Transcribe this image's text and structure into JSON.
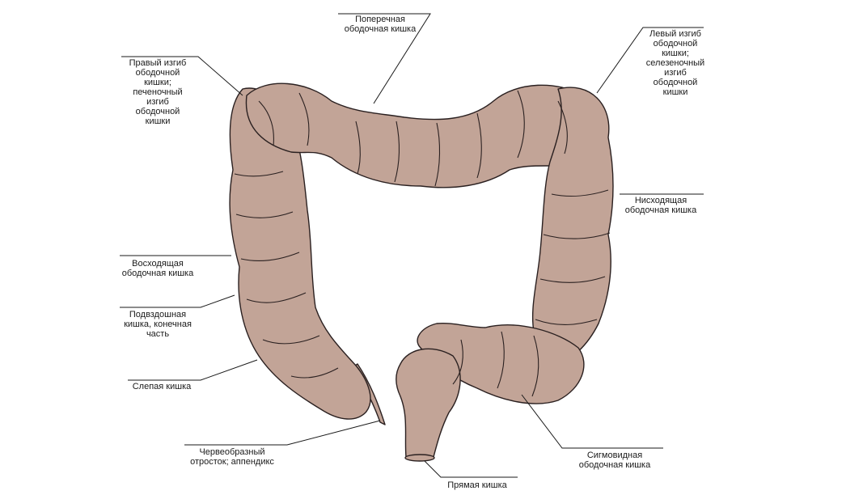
{
  "labels": {
    "transverse": "Поперечная\nободочная кишка",
    "right_flexure": "Правый изгиб\nободочной\nкишки;\nпеченочный\nизгиб\nободочной\nкишки",
    "left_flexure": "Левый изгиб\nободочной\nкишки;\nселезеночный\nизгиб\nободочной\nкишки",
    "descending": "Нисходящая\nободочная кишка",
    "ascending": "Восходящая\nободочная кишка",
    "ileum_terminal": "Подвздошная\nкишка, конечная\nчасть",
    "cecum": "Слепая кишка",
    "appendix": "Червеобразный\nотросток; аппендикс",
    "sigmoid": "Сигмовидная\nободочная кишка",
    "rectum": "Прямая кишка"
  },
  "colors": {
    "colon_fill": "#c2a497",
    "colon_stroke": "#2a2020",
    "leader_line": "#1a1a1a"
  }
}
